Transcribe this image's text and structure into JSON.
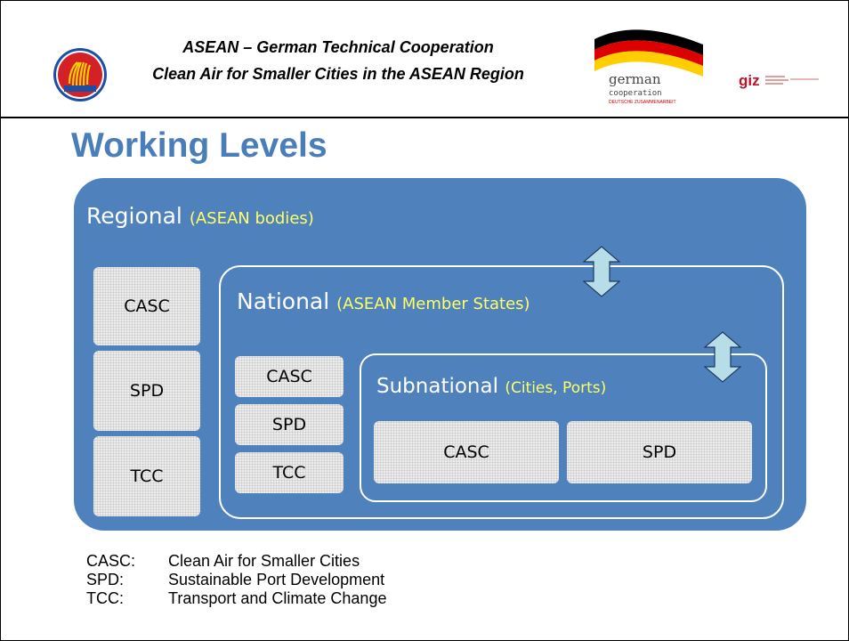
{
  "header": {
    "line1": "ASEAN – German Technical Cooperation",
    "line2": "Clean Air for Smaller Cities in the ASEAN Region",
    "logos": {
      "german_word1": "german",
      "german_word2": "cooperation",
      "german_tagline": "DEUTSCHE ZUSAMMENARBEIT",
      "giz": "giz"
    }
  },
  "title": "Working Levels",
  "diagram": {
    "regional": {
      "label": "Regional",
      "sublabel": "(ASEAN bodies)",
      "items": [
        "CASC",
        "SPD",
        "TCC"
      ]
    },
    "national": {
      "label": "National",
      "sublabel": "(ASEAN Member States)",
      "items": [
        "CASC",
        "SPD",
        "TCC"
      ]
    },
    "subnational": {
      "label": "Subnational",
      "sublabel": "(Cities, Ports)",
      "items": [
        "CASC",
        "SPD"
      ]
    }
  },
  "legend": [
    {
      "abbr": "CASC:",
      "text": "Clean Air for Smaller Cities"
    },
    {
      "abbr": "SPD:",
      "text": "Sustainable Port Development"
    },
    {
      "abbr": "TCC:",
      "text": "Transport and Climate Change"
    }
  ],
  "colors": {
    "panel": "#4f81bd",
    "title": "#4a7ebb",
    "sublabel": "#ffff66",
    "arrow": "#b7dde8"
  }
}
